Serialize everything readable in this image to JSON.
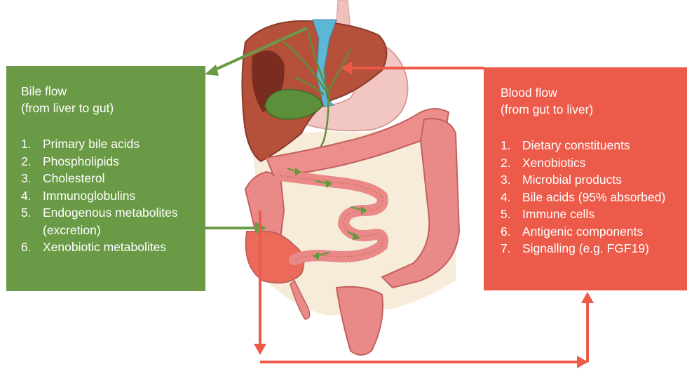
{
  "bile": {
    "title_line1": "Bile flow",
    "title_line2": "(from liver to gut)",
    "items": [
      {
        "num": "1.",
        "text": "Primary bile acids"
      },
      {
        "num": "2.",
        "text": "Phospholipids"
      },
      {
        "num": "3.",
        "text": "Cholesterol"
      },
      {
        "num": "4.",
        "text": "Immunoglobulins"
      },
      {
        "num": "5.",
        "text": "Endogenous metabolites (excretion)"
      },
      {
        "num": "6.",
        "text": "Xenobiotic metabolites"
      }
    ]
  },
  "blood": {
    "title_line1": "Blood flow",
    "title_line2": "(from gut to liver)",
    "items": [
      {
        "num": "1.",
        "text": "Dietary constituents"
      },
      {
        "num": "2.",
        "text": "Xenobiotics"
      },
      {
        "num": "3.",
        "text": "Microbial products"
      },
      {
        "num": "4.",
        "text": "Bile acids (95% absorbed)"
      },
      {
        "num": "5.",
        "text": "Immune cells"
      },
      {
        "num": "6.",
        "text": "Antigenic components"
      },
      {
        "num": "7.",
        "text": "Signalling (e.g. FGF19)"
      }
    ]
  },
  "colors": {
    "bile_green": "#6a9a45",
    "blood_red": "#ec5a49",
    "liver": "#b5503a",
    "intestine": "#e98a88",
    "stomach": "#f0c4c0",
    "gallbladder": "#5d8f3a",
    "portal_vein": "#5cb6d6"
  }
}
